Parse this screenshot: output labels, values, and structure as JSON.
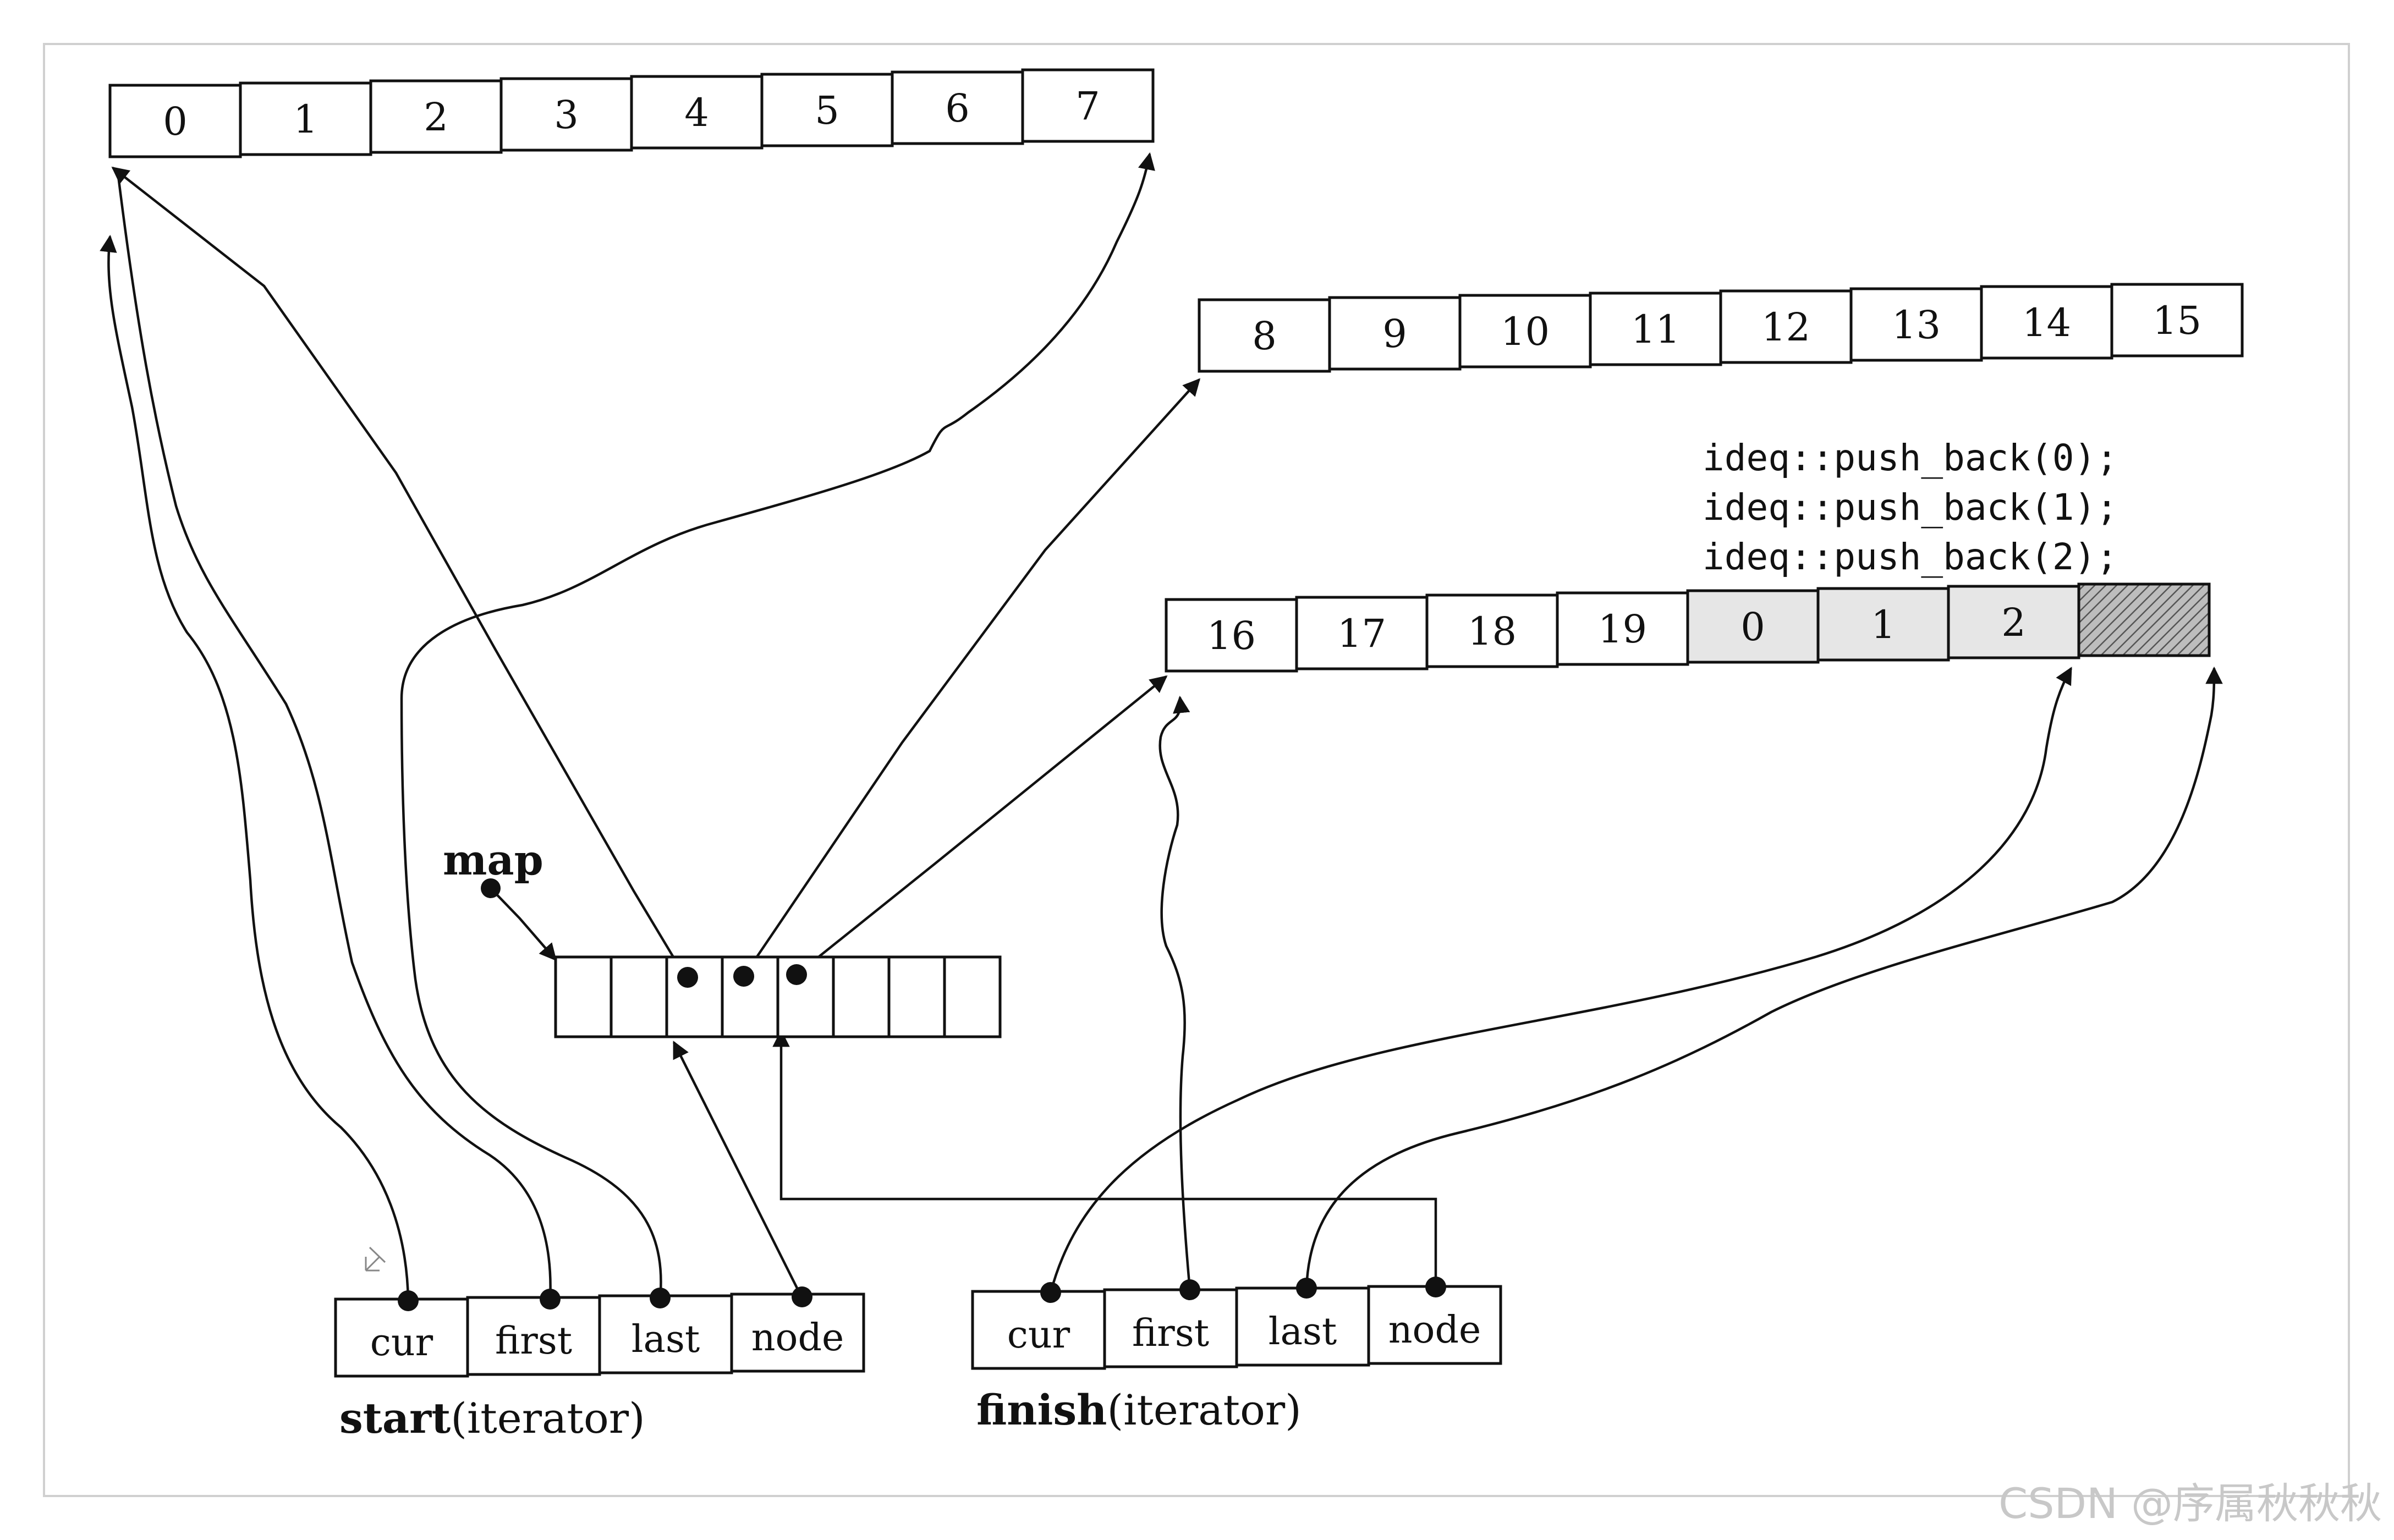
{
  "buffers": [
    {
      "cells": [
        "0",
        "1",
        "2",
        "3",
        "4",
        "5",
        "6",
        "7"
      ]
    },
    {
      "cells": [
        "8",
        "9",
        "10",
        "11",
        "12",
        "13",
        "14",
        "15"
      ]
    },
    {
      "cells": [
        "16",
        "17",
        "18",
        "19",
        "0",
        "1",
        "2",
        ""
      ]
    }
  ],
  "code_lines": [
    "ideq::push_back(0);",
    "ideq::push_back(1);",
    "ideq::push_back(2);"
  ],
  "map_label": "map",
  "start_iterator": {
    "fields": [
      "cur",
      "first",
      "last",
      "node"
    ],
    "name": "start",
    "suffix": "(iterator)"
  },
  "finish_iterator": {
    "fields": [
      "cur",
      "first",
      "last",
      "node"
    ],
    "name": "finish",
    "suffix": "(iterator)"
  },
  "watermark": "CSDN @序属秋秋秋",
  "colors": {
    "line": "#111111",
    "filled_cell": "#e6e6e6",
    "hatched_cell": "#9a9a9a",
    "watermark": "#c8c8c8"
  }
}
